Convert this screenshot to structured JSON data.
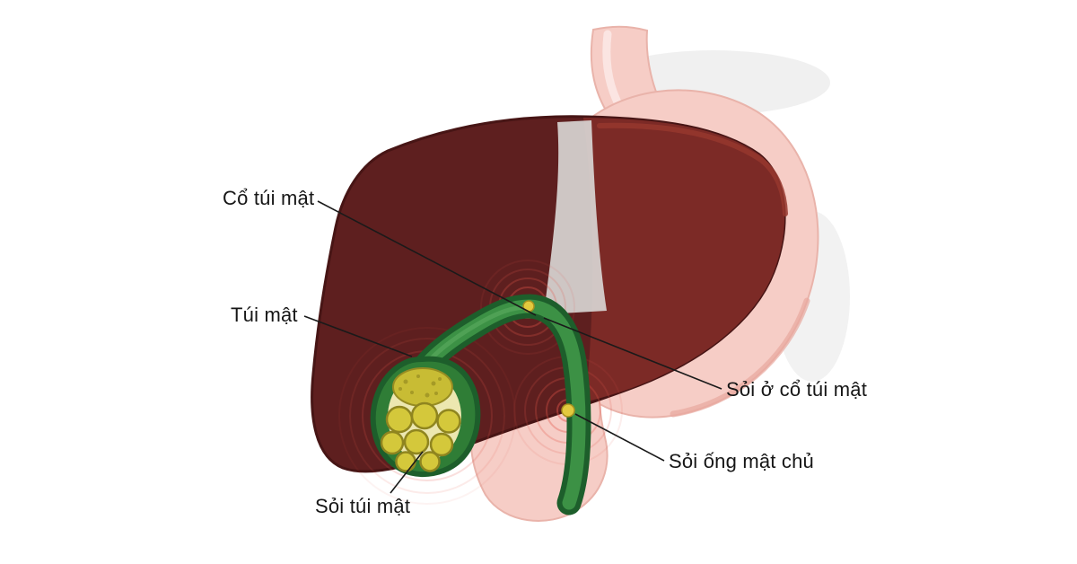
{
  "diagram": {
    "labels": {
      "neck": "Cổ túi mật",
      "gallbladder": "Túi mật",
      "gallbladder_stones": "Sỏi túi mật",
      "neck_stone": "Sỏi ở cổ túi mật",
      "bile_duct_stone": "Sỏi ống mật chủ"
    },
    "colors": {
      "liver-dark": "#5e1f1f",
      "liver-light": "#7c2a26",
      "stomach-pink": "#f6cdc6",
      "stomach-stroke": "#e9b3aa",
      "duct-dark": "#1d5e2b",
      "duct-mid": "#3c9145",
      "gb-green": "#2f7d36",
      "cavity": "#ece7b0",
      "stone-fill": "#d4c83b",
      "stone-stroke": "#8f851f",
      "stone-dot": "#e3c93e",
      "pain-red": "#e4574b",
      "ligament": "#d8d5d2",
      "label-text": "#161616",
      "line": "#1a1a1a",
      "background": "#ffffff"
    }
  }
}
